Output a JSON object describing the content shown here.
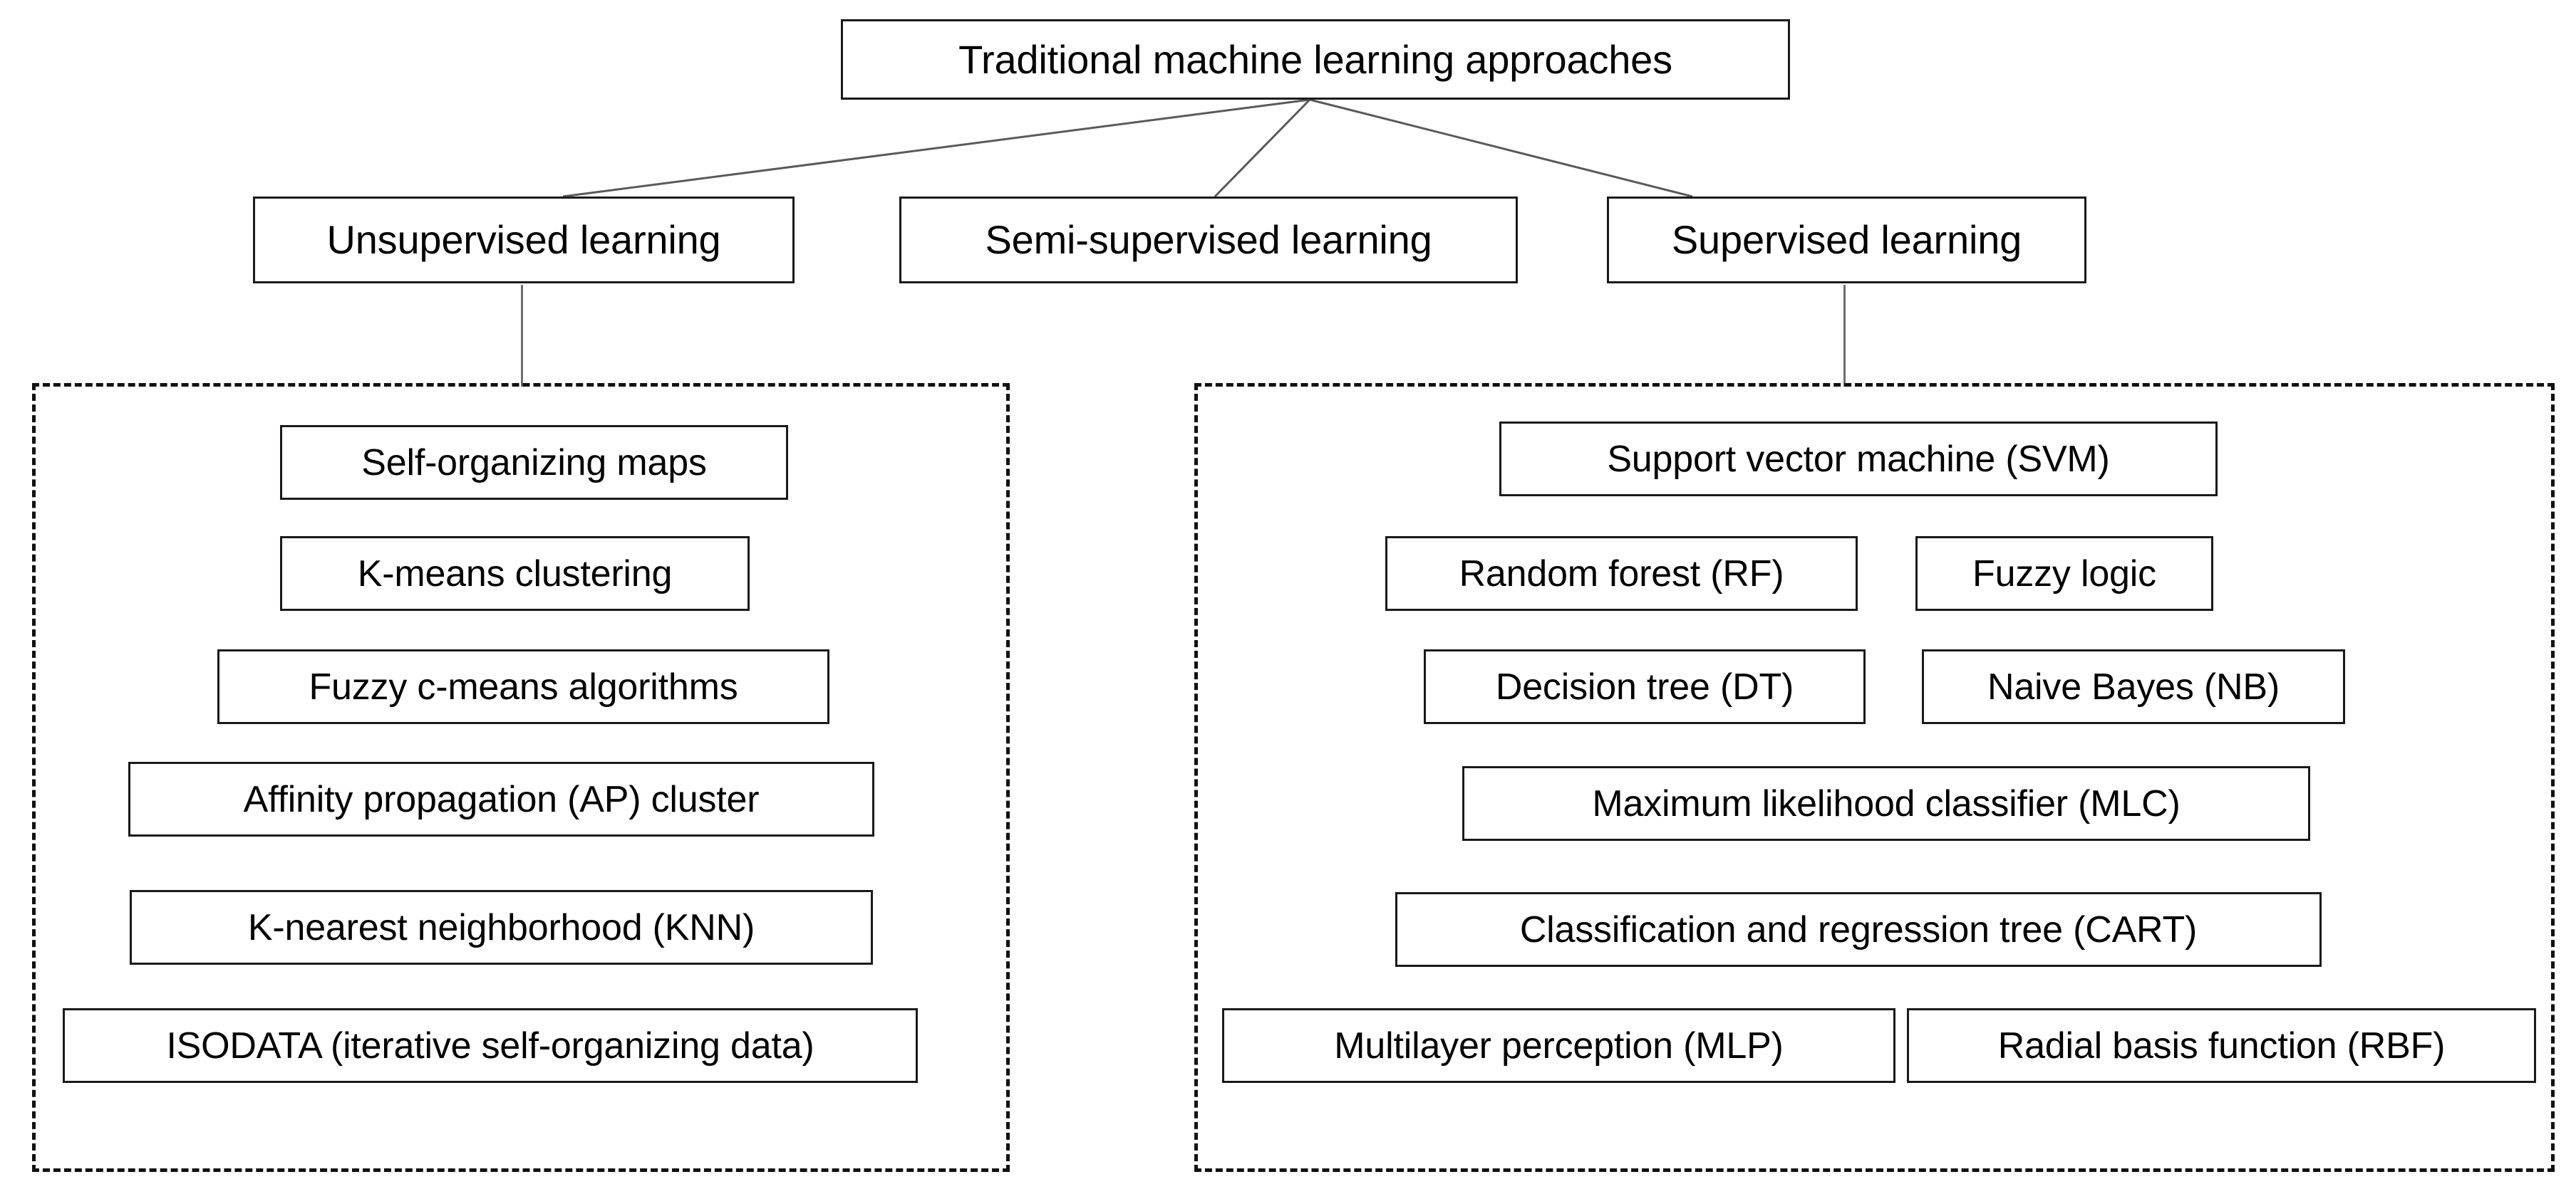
{
  "diagram": {
    "type": "tree-hierarchy",
    "title": "Traditional machine learning approaches",
    "root": {
      "label": "Traditional machine learning approaches"
    },
    "branches": [
      {
        "id": "unsupervised",
        "label": "Unsupervised learning"
      },
      {
        "id": "semi-supervised",
        "label": "Semi-supervised learning"
      },
      {
        "id": "supervised",
        "label": "Supervised learning"
      }
    ],
    "groups": [
      {
        "id": "unsupervised-methods",
        "parent": "Unsupervised learning",
        "border_style": "dashed",
        "items": [
          {
            "label": "Self-organizing maps"
          },
          {
            "label": "K-means clustering"
          },
          {
            "label": "Fuzzy c-means algorithms"
          },
          {
            "label": "Affinity propagation (AP) cluster"
          },
          {
            "label": "K-nearest neighborhood (KNN)"
          },
          {
            "label": "ISODATA (iterative self-organizing data)"
          }
        ]
      },
      {
        "id": "supervised-methods",
        "parent": "Supervised learning",
        "border_style": "dashed",
        "items": [
          {
            "label": "Support vector machine (SVM)"
          },
          {
            "label": "Random forest (RF)"
          },
          {
            "label": "Fuzzy logic"
          },
          {
            "label": "Decision tree (DT)"
          },
          {
            "label": "Naive Bayes (NB)"
          },
          {
            "label": "Maximum likelihood classifier (MLC)"
          },
          {
            "label": "Classification and regression tree (CART)"
          },
          {
            "label": "Multilayer perception (MLP)"
          },
          {
            "label": "Radial basis function (RBF)"
          }
        ]
      }
    ],
    "colors": {
      "background": "#ffffff",
      "box_border": "#1a1a1a",
      "group_border": "#111111",
      "connector": "#6d6d6d",
      "text": "#000000"
    }
  }
}
